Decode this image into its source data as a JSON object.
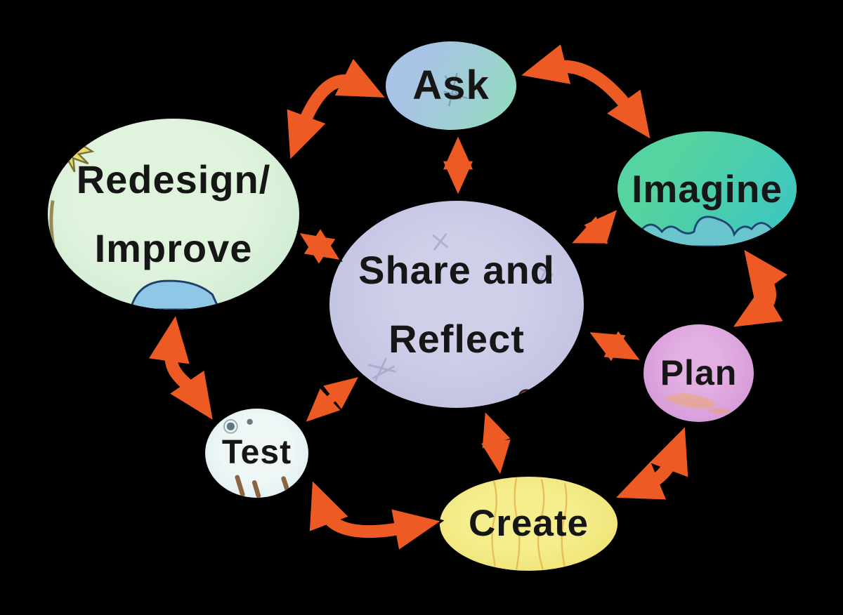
{
  "diagram": {
    "background_color": "#000000",
    "arrow_color": "#ee5a24",
    "outline_color": "#000000",
    "text_color": "#161616",
    "connection_style": "bidirectional",
    "nodes": {
      "ask": {
        "label": "Ask",
        "fill": "#a9c3e6",
        "fill2": "#94d9c3"
      },
      "imagine": {
        "label": "Imagine",
        "fill": "#55d3a0",
        "fill2": "#3fc8bd"
      },
      "plan": {
        "label": "Plan",
        "fill": "#e3b0e2"
      },
      "create": {
        "label": "Create",
        "fill": "#f5ee8d"
      },
      "test": {
        "label": "Test",
        "fill": "#eef6f6"
      },
      "redesign_improve": {
        "line1": "Redesign/",
        "line2": "Improve",
        "fill": "#d9f0da"
      },
      "share_reflect": {
        "line1": "Share and",
        "line2": "Reflect",
        "fill": "#c9c9e6"
      }
    },
    "connections": [
      {
        "from": "Redesign/Improve",
        "to": "Ask"
      },
      {
        "from": "Ask",
        "to": "Imagine"
      },
      {
        "from": "Ask",
        "to": "Share and Reflect"
      },
      {
        "from": "Redesign/Improve",
        "to": "Share and Reflect"
      },
      {
        "from": "Imagine",
        "to": "Share and Reflect"
      },
      {
        "from": "Imagine",
        "to": "Plan"
      },
      {
        "from": "Share and Reflect",
        "to": "Plan"
      },
      {
        "from": "Plan",
        "to": "Create"
      },
      {
        "from": "Share and Reflect",
        "to": "Create"
      },
      {
        "from": "Test",
        "to": "Create"
      },
      {
        "from": "Test",
        "to": "Share and Reflect"
      },
      {
        "from": "Redesign/Improve",
        "to": "Test"
      }
    ]
  }
}
